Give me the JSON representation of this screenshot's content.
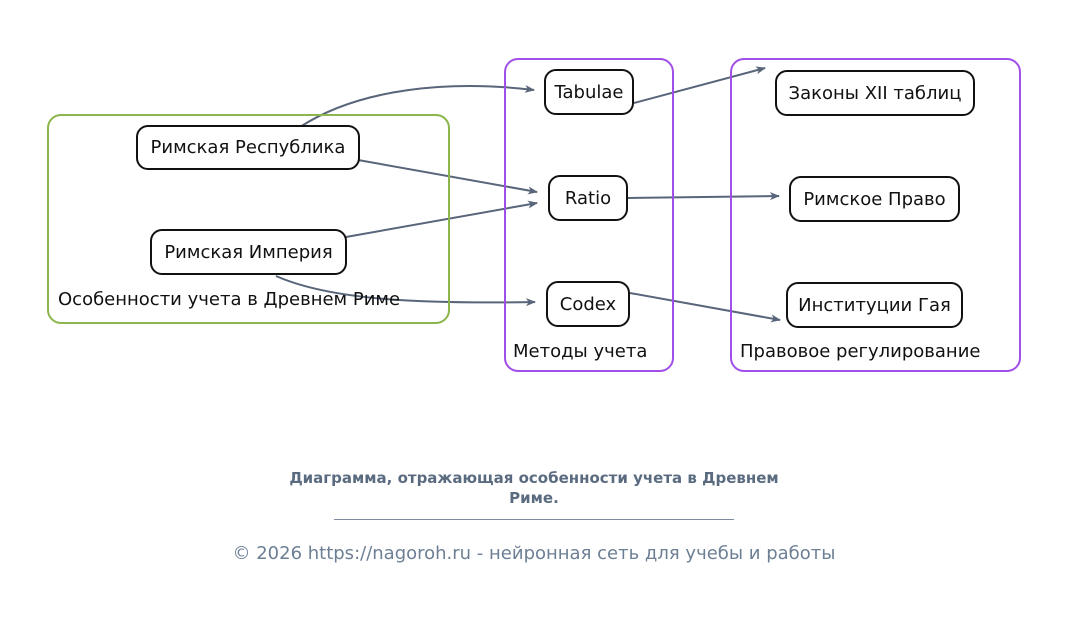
{
  "diagram": {
    "title_caption": "Диаграмма, отражающая особенности учета в Древнем Риме.",
    "footer": "© 2026 https://nagoroh.ru - нейронная сеть для учебы и работы",
    "colors": {
      "cluster_green": "#8cb54b",
      "cluster_purple": "#a14fe8",
      "node_border": "#111111",
      "edge": "#59657a",
      "caption_text": "#5a6b80",
      "footer_text": "#6c7f94",
      "background": "#ffffff"
    },
    "clusters": [
      {
        "id": "rome",
        "label": "Особенности учета в Древнем Риме",
        "color": "#8cb54b",
        "nodes": [
          {
            "id": "republic",
            "label": "Римская Республика"
          },
          {
            "id": "empire",
            "label": "Римская Империя"
          }
        ]
      },
      {
        "id": "methods",
        "label": "Методы учета",
        "color": "#a14fe8",
        "nodes": [
          {
            "id": "tabulae",
            "label": "Tabulae"
          },
          {
            "id": "ratio",
            "label": "Ratio"
          },
          {
            "id": "codex",
            "label": "Codex"
          }
        ]
      },
      {
        "id": "law",
        "label": "Правовое регулирование",
        "color": "#a14fe8",
        "nodes": [
          {
            "id": "xii_tables",
            "label": "Законы XII таблиц"
          },
          {
            "id": "roman_law",
            "label": "Римское Право"
          },
          {
            "id": "gaius",
            "label": "Институции Гая"
          }
        ]
      }
    ],
    "edges": [
      {
        "from": "republic",
        "to": "tabulae"
      },
      {
        "from": "republic",
        "to": "ratio"
      },
      {
        "from": "empire",
        "to": "ratio"
      },
      {
        "from": "empire",
        "to": "codex"
      },
      {
        "from": "tabulae",
        "to": "xii_tables"
      },
      {
        "from": "ratio",
        "to": "roman_law"
      },
      {
        "from": "codex",
        "to": "gaius"
      }
    ]
  }
}
